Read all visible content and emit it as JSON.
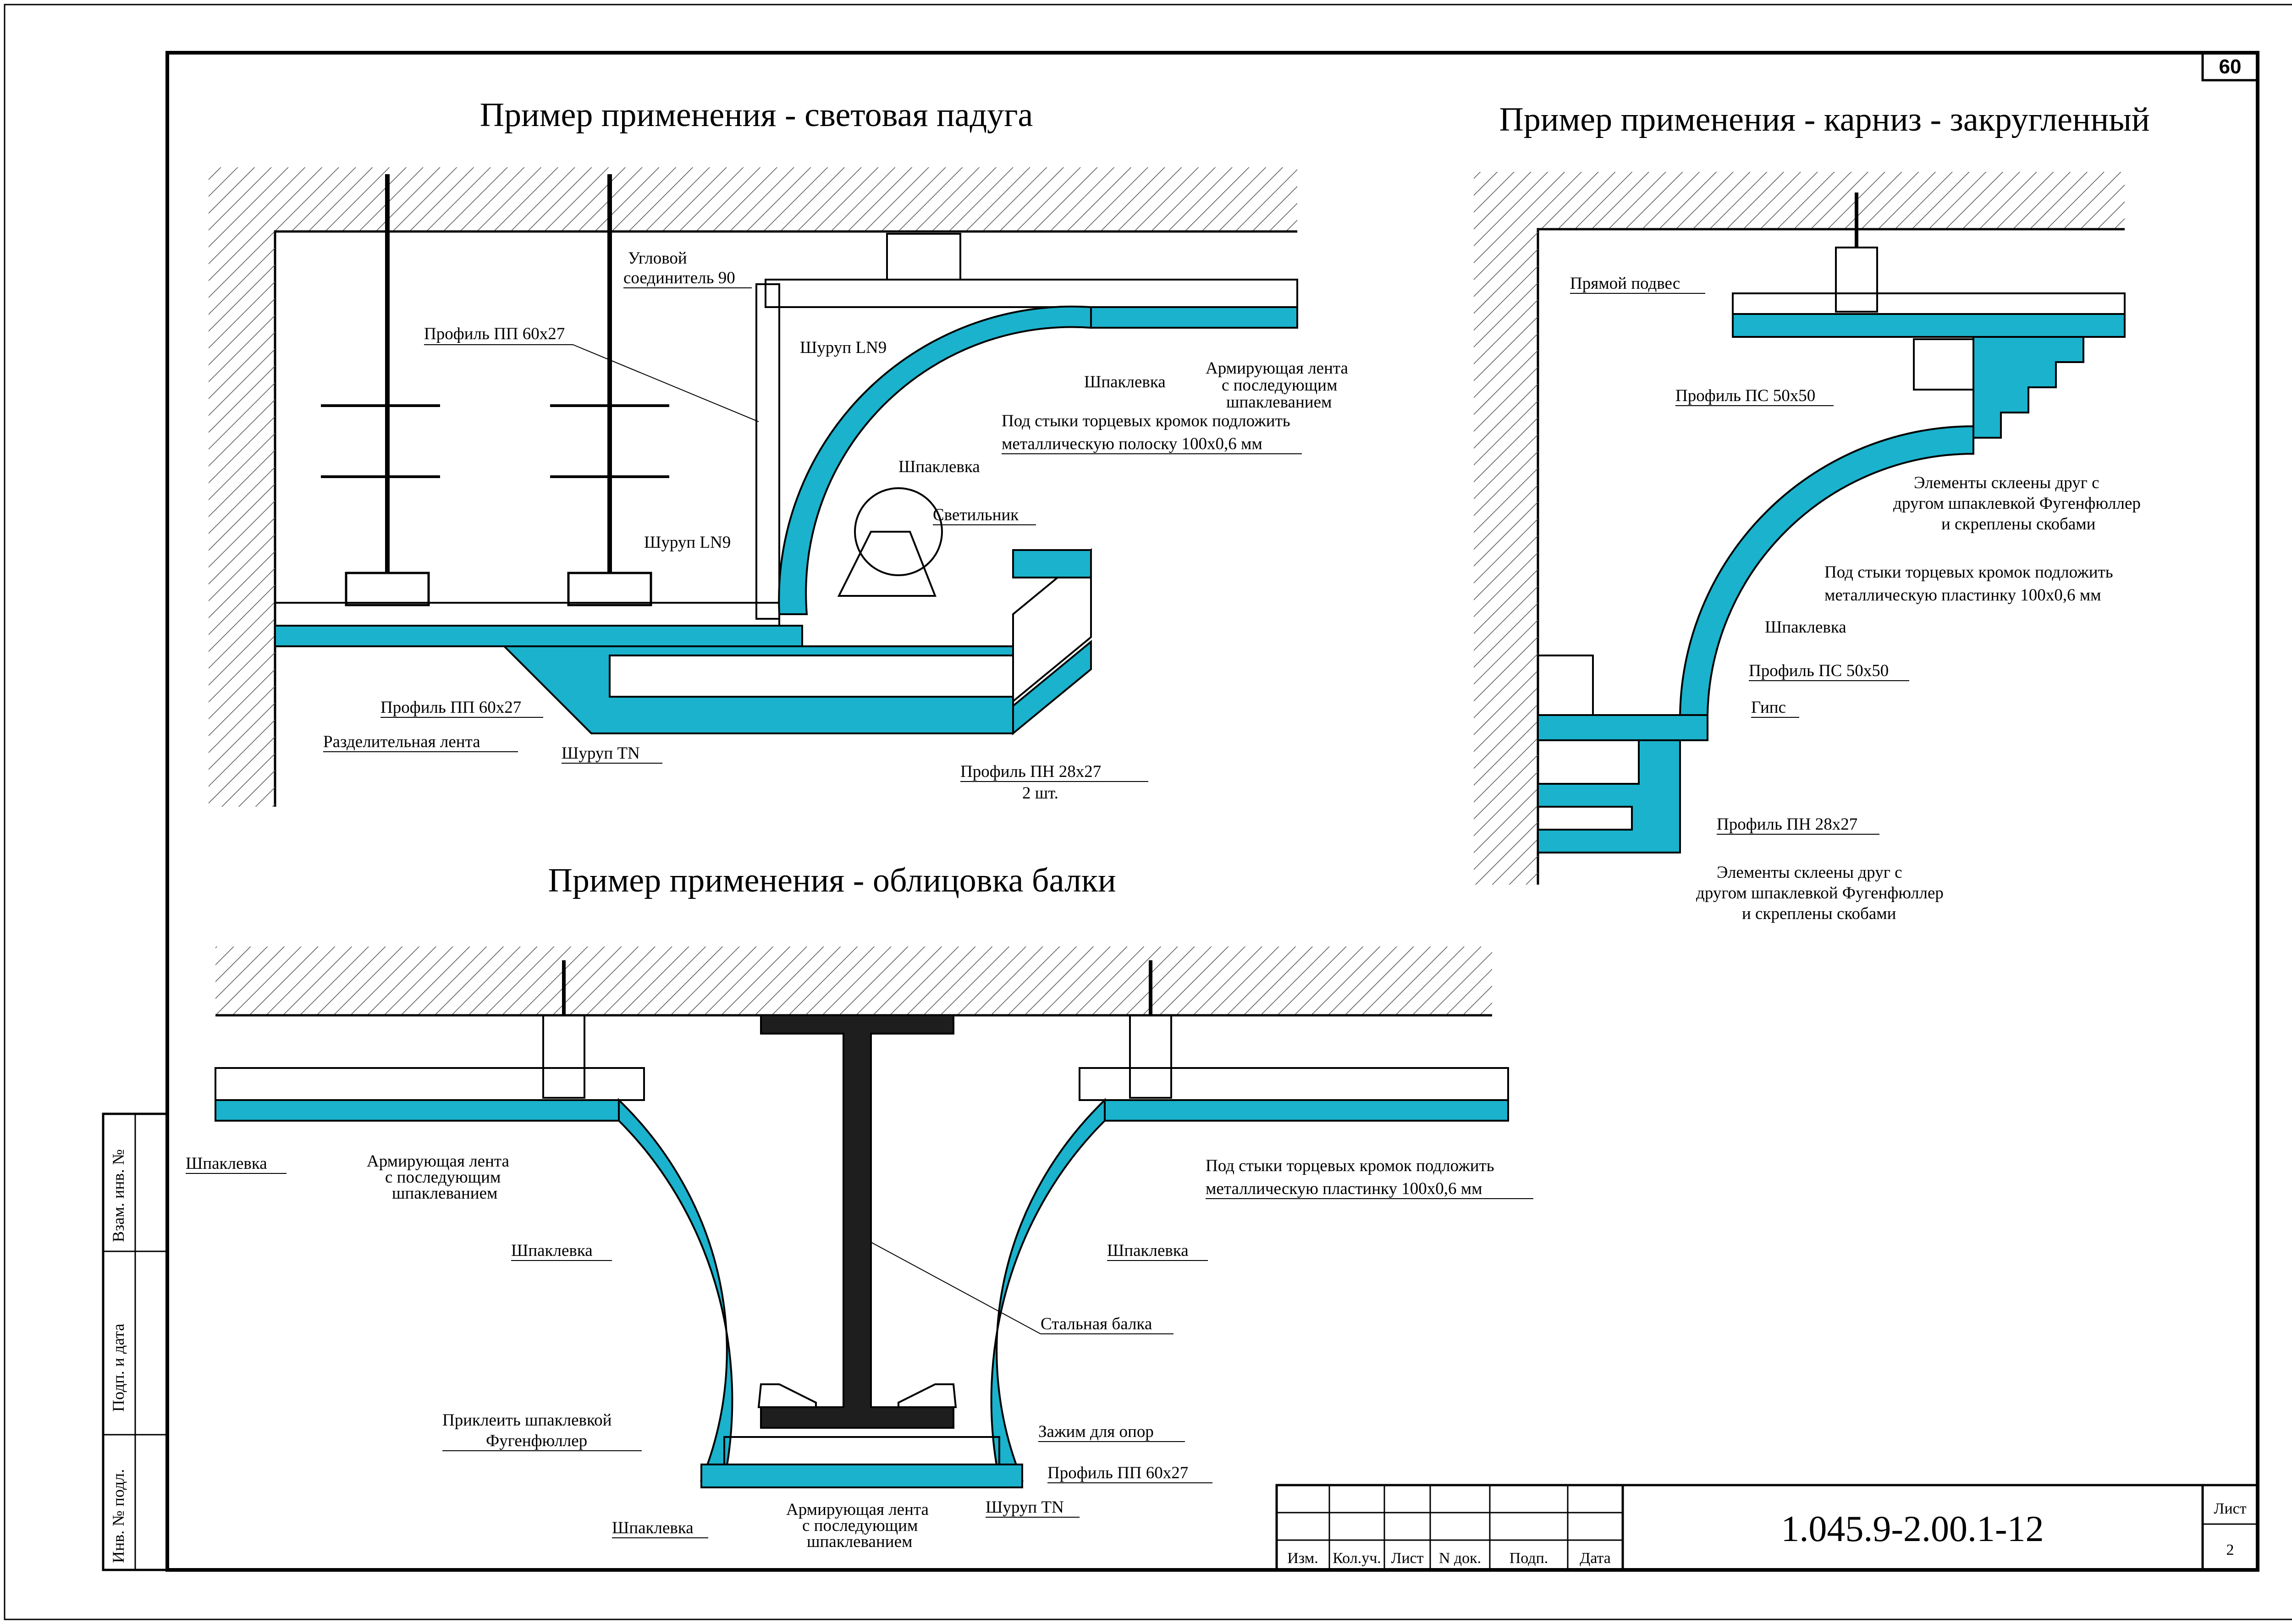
{
  "page_number": "60",
  "sections": {
    "light_cove": {
      "title": "Пример применения - световая падуга",
      "labels": {
        "corner_connector_1": "Угловой",
        "corner_connector_2": "соединитель 90",
        "profile_pp_top": "Профиль ПП 60х27",
        "screw_ln9_top": "Шуруп LN9",
        "putty_1": "Шпаклевка",
        "tape_1": "Армирующая лента",
        "tape_2": "с последующим",
        "tape_3": "шпаклеванием",
        "joint_1": "Под стыки торцевых кромок подложить",
        "joint_2": "металлическую полоску 100х0,6 мм",
        "putty_2": "Шпаклевка",
        "lamp": "Светильник",
        "screw_ln9_mid": "Шуруп LN9",
        "profile_pp_bottom": "Профиль ПП 60х27",
        "separating_tape": "Разделительная лента",
        "screw_tn": "Шуруп TN",
        "profile_pn_1": "Профиль ПН 28х27",
        "profile_pn_2": "2 шт."
      }
    },
    "cornice": {
      "title": "Пример применения - карниз - закругленный",
      "labels": {
        "direct_hanger": "Прямой подвес",
        "profile_ps_top": "Профиль ПС 50х50",
        "glued_1": "Элементы склеены друг с",
        "glued_2": "другом шпаклевкой Фугенфюллер",
        "glued_3": "и скреплены скобами",
        "joint_1": "Под стыки торцевых кромок подложить",
        "joint_2": "металлическую пластинку 100х0,6 мм",
        "putty": "Шпаклевка",
        "profile_ps_bottom": "Профиль ПС 50х50",
        "gypsum": "Гипс",
        "profile_pn": "Профиль ПН 28х27",
        "glued_b1": "Элементы склеены друг с",
        "glued_b2": "другом шпаклевкой Фугенфюллер",
        "glued_b3": "и скреплены скобами"
      }
    },
    "beam": {
      "title": "Пример применения - облицовка балки",
      "labels": {
        "putty_left": "Шпаклевка",
        "tape_1": "Армирующая лента",
        "tape_2": "с последующим",
        "tape_3": "шпаклеванием",
        "joint_1": "Под стыки торцевых кромок подложить",
        "joint_2": "металлическую пластинку 100х0,6 мм",
        "putty_arc_left": "Шпаклевка",
        "putty_arc_right": "Шпаклевка",
        "steel_beam": "Стальная балка",
        "glue_1": "Приклеить шпаклевкой",
        "glue_2": "Фугенфюллер",
        "clamp": "Зажим для опор",
        "profile_pp": "Профиль ПП 60х27",
        "screw_tn": "Шуруп TN",
        "putty_bottom": "Шпаклевка",
        "tape_b1": "Армирующая лента",
        "tape_b2": "с последующим",
        "tape_b3": "шпаклеванием"
      }
    }
  },
  "side_stamp": {
    "vzam": "Взам. инв. №",
    "podp": "Подп. и дата",
    "inv": "Инв. № подл."
  },
  "title_block": {
    "columns": [
      "Изм.",
      "Кол.уч.",
      "Лист",
      "N док.",
      "Подп.",
      "Дата"
    ],
    "code": "1.045.9-2.00.1-12",
    "sheet_label": "Лист",
    "sheet_number": "2"
  },
  "colors": {
    "board": "#1ab2cc",
    "line": "#000000",
    "beam": "#1e1e1e"
  }
}
